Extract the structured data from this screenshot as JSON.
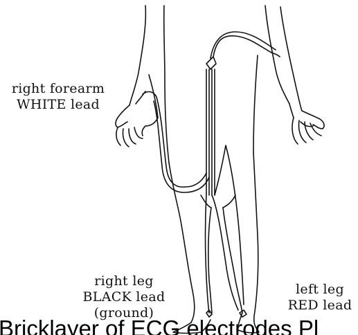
{
  "labels": {
    "right_forearm": {
      "line1": "right forearm",
      "line2": "WHITE lead"
    },
    "right_leg": {
      "line1": "right leg",
      "line2": "BLACK lead",
      "line3": "(ground)"
    },
    "left_leg": {
      "line1": "left leg",
      "line2": "RED lead"
    }
  },
  "caption": "Bricklayer of ECG electrodes Pl",
  "colors": {
    "ink": "#111111",
    "background": "#ffffff"
  }
}
